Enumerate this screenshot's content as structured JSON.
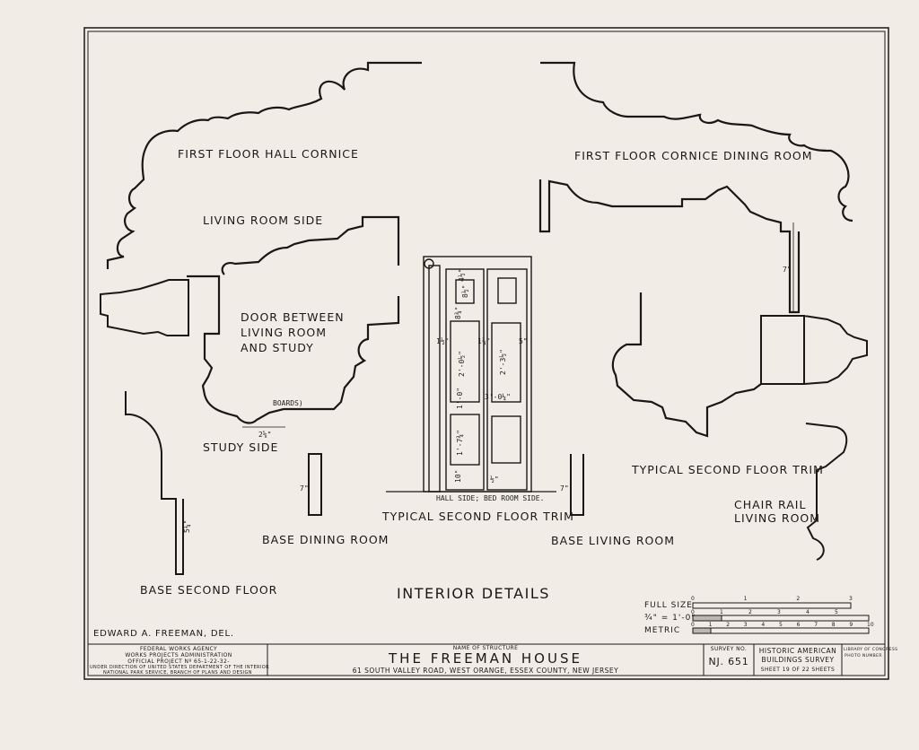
{
  "labels": {
    "hall_cornice": "FIRST FLOOR HALL CORNICE",
    "dining_cornice": "FIRST FLOOR CORNICE DINING ROOM",
    "living_room_side": "LIVING ROOM SIDE",
    "door_line1": "DOOR BETWEEN",
    "door_line2": "LIVING ROOM",
    "door_line3": "AND STUDY",
    "boards": "BOARDS)",
    "study_side": "STUDY SIDE",
    "hall_bed_side": "HALL SIDE; BED ROOM SIDE.",
    "trim_center": "TYPICAL SECOND FLOOR TRIM",
    "trim_right": "TYPICAL SECOND FLOOR TRIM",
    "chair_rail_1": "CHAIR RAIL",
    "chair_rail_2": "LIVING ROOM",
    "base_dining": "BASE DINING ROOM",
    "base_living": "BASE LIVING ROOM",
    "base_second": "BASE SECOND FLOOR",
    "interior_details": "INTERIOR DETAILS",
    "delineator": "EDWARD A. FREEMAN, DEL."
  },
  "dimensions": {
    "d_2_5_8": "2⅝\"",
    "d_5_1_4": "5¼\"",
    "d_7a": "7\"",
    "d_7b": "7\"",
    "d_7c": "7\"",
    "door_top": "4½\"",
    "door_top2": "8½\"",
    "door_8": "8¾\"",
    "door_panel_h1": "2'-0½\"",
    "door_panel_h2": "2'-3½\"",
    "door_width": "3'-0¼\"",
    "door_1_0": "1'-0\"",
    "door_1_7": "1'-7¾\"",
    "door_10": "10\"",
    "door_half": "½\"",
    "door_5": "5\"",
    "door_1_3": "1¾\"",
    "door_1_1": "1½\""
  },
  "scale_bar": {
    "full_size": "FULL SIZE",
    "three_quarter": "¾\" = 1'-0\"",
    "metric": "METRIC",
    "full_ticks": [
      "0",
      "1",
      "2",
      "3"
    ],
    "imperial_ticks": [
      "0",
      "1",
      "2",
      "3",
      "4",
      "5"
    ],
    "metric_ticks": [
      "0",
      "1",
      "2",
      "3",
      "4",
      "5",
      "6",
      "7",
      "8",
      "9",
      "10"
    ]
  },
  "title_block": {
    "agency_1": "FEDERAL WORKS AGENCY",
    "agency_2": "WORKS PROJECTS ADMINISTRATION",
    "agency_3": "OFFICIAL PROJECT Nº 65-1-22-32-",
    "agency_4": "UNDER DIRECTION OF UNITED STATES DEPARTMENT OF THE INTERIOR",
    "agency_5": "NATIONAL PARK SERVICE, BRANCH OF PLANS AND DESIGN",
    "name_caption": "NAME OF STRUCTURE",
    "name": "THE FREEMAN HOUSE",
    "address": "61 SOUTH VALLEY ROAD, WEST ORANGE, ESSEX COUNTY, NEW JERSEY",
    "survey_caption": "SURVEY NO.",
    "survey_no": "NJ. 651",
    "habs_1": "HISTORIC AMERICAN",
    "habs_2": "BUILDINGS SURVEY",
    "sheet_info": "SHEET 19 OF 22 SHEETS",
    "loc_1": "LIBRARY OF CONGRESS",
    "loc_2": "PHOTO NUMBER"
  }
}
